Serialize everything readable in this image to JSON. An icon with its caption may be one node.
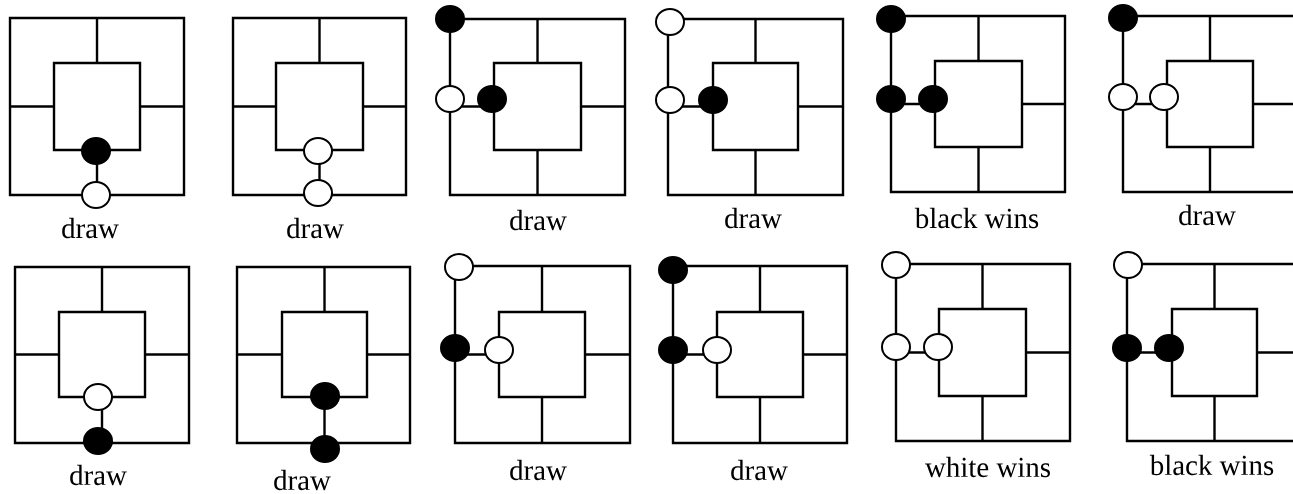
{
  "diagram": {
    "labels": [
      "draw",
      "draw",
      "draw",
      "draw",
      "black wins",
      "draw",
      "draw",
      "draw",
      "draw",
      "draw",
      "white wins",
      "black wins"
    ]
  }
}
